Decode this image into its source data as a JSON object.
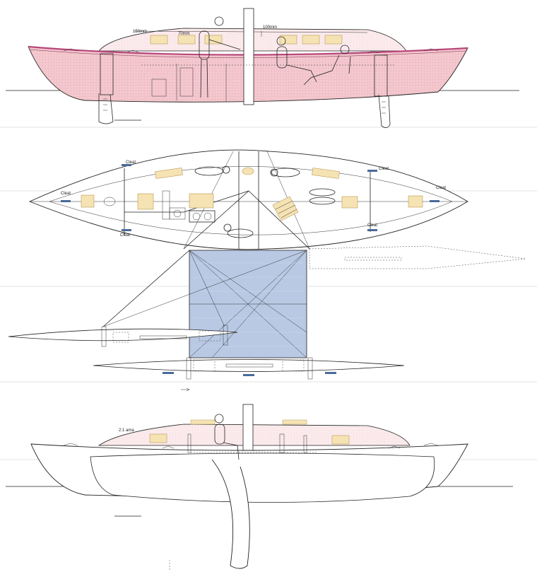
{
  "labels": {
    "dim_150mm": "150mm",
    "dim_70mm": "70mm",
    "dim_100mm": "100mm",
    "cleat_a": "Cleat",
    "cleat_b": "Cleat",
    "cleat_c": "Cleat",
    "cleat_d": "Cleat",
    "cleat_e": "Cleat",
    "cleat_f": "Cleat",
    "ratio": "2:1 ama"
  },
  "colors": {
    "hull_fill": "#f4c9cf",
    "hull_grid": "#e79aa6",
    "sheer_band": "#b8477a",
    "window": "#f6e3b4",
    "window_stroke": "#b89a52",
    "trampoline": "#b9c9e4",
    "cleat": "#4a6a9a",
    "line": "#222222"
  }
}
